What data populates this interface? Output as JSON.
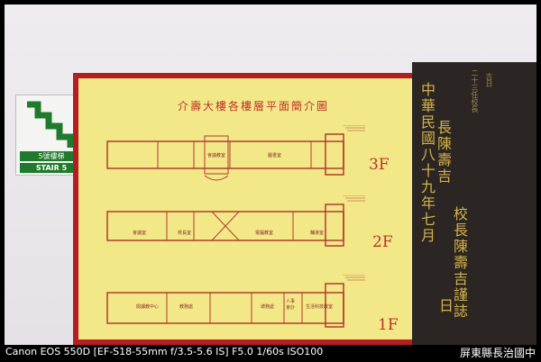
{
  "stair_sign": {
    "line1": "5號樓梯",
    "line2": "STAIR 5"
  },
  "board": {
    "title": "介壽大樓各樓層平面簡介圖",
    "floors": [
      {
        "label": "3F",
        "rooms": [
          "會議教室",
          "圖書室"
        ]
      },
      {
        "label": "2F",
        "rooms": [
          "會議室",
          "校長室",
          "電腦教室",
          "輔導室"
        ]
      },
      {
        "label": "1F",
        "rooms": [
          "閱讀教中心",
          "教務處",
          "總務處",
          "人事會計",
          "生活科技教室"
        ]
      }
    ]
  },
  "stele": {
    "main_cols": [
      "中華民國八十九年七月",
      "長陳壽吉",
      "校長陳壽吉謹誌",
      "日"
    ],
    "side_text": [
      "二十三任校長",
      "吉日"
    ]
  },
  "caption": {
    "left": "Canon EOS 550D [EF-S18-55mm f/3.5-5.6 IS] F5.0 1/60s ISO100",
    "right": "屏東縣長治國中"
  },
  "colors": {
    "board_border": "#b21e22",
    "board_fill": "#f2e888",
    "sign_green": "#1f7a2c",
    "stele_gold": "#d3b24a"
  }
}
